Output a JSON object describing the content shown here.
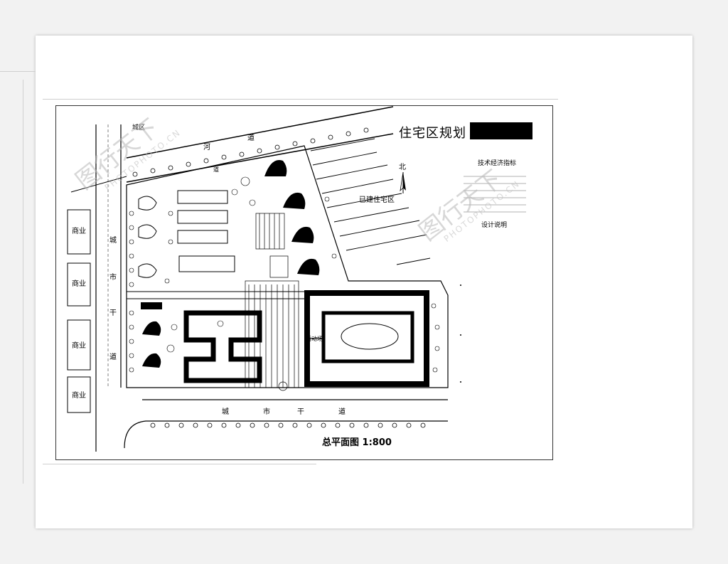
{
  "title": "住宅区规划",
  "caption": "总平面图 1:800",
  "labels": {
    "road_top_1": "道",
    "road_top_2": "河",
    "road_top_3": "道",
    "road_top_4": "城区",
    "existing_area": "已建住宅区",
    "north": "北",
    "side_city_1": "城",
    "side_city_2": "市",
    "side_city_3": "干",
    "side_city_4": "道",
    "bottom_1": "城",
    "bottom_2": "市",
    "bottom_3": "干",
    "bottom_4": "道",
    "biz_1": "商业",
    "biz_2": "商业",
    "biz_3": "商业",
    "biz_4": "商业",
    "tech_title": "技术经济指标",
    "design_note": "设计说明",
    "center_label": "活动场"
  },
  "watermark": {
    "main": "图行天下",
    "sub": "PHOTOPHOTO.CN"
  }
}
